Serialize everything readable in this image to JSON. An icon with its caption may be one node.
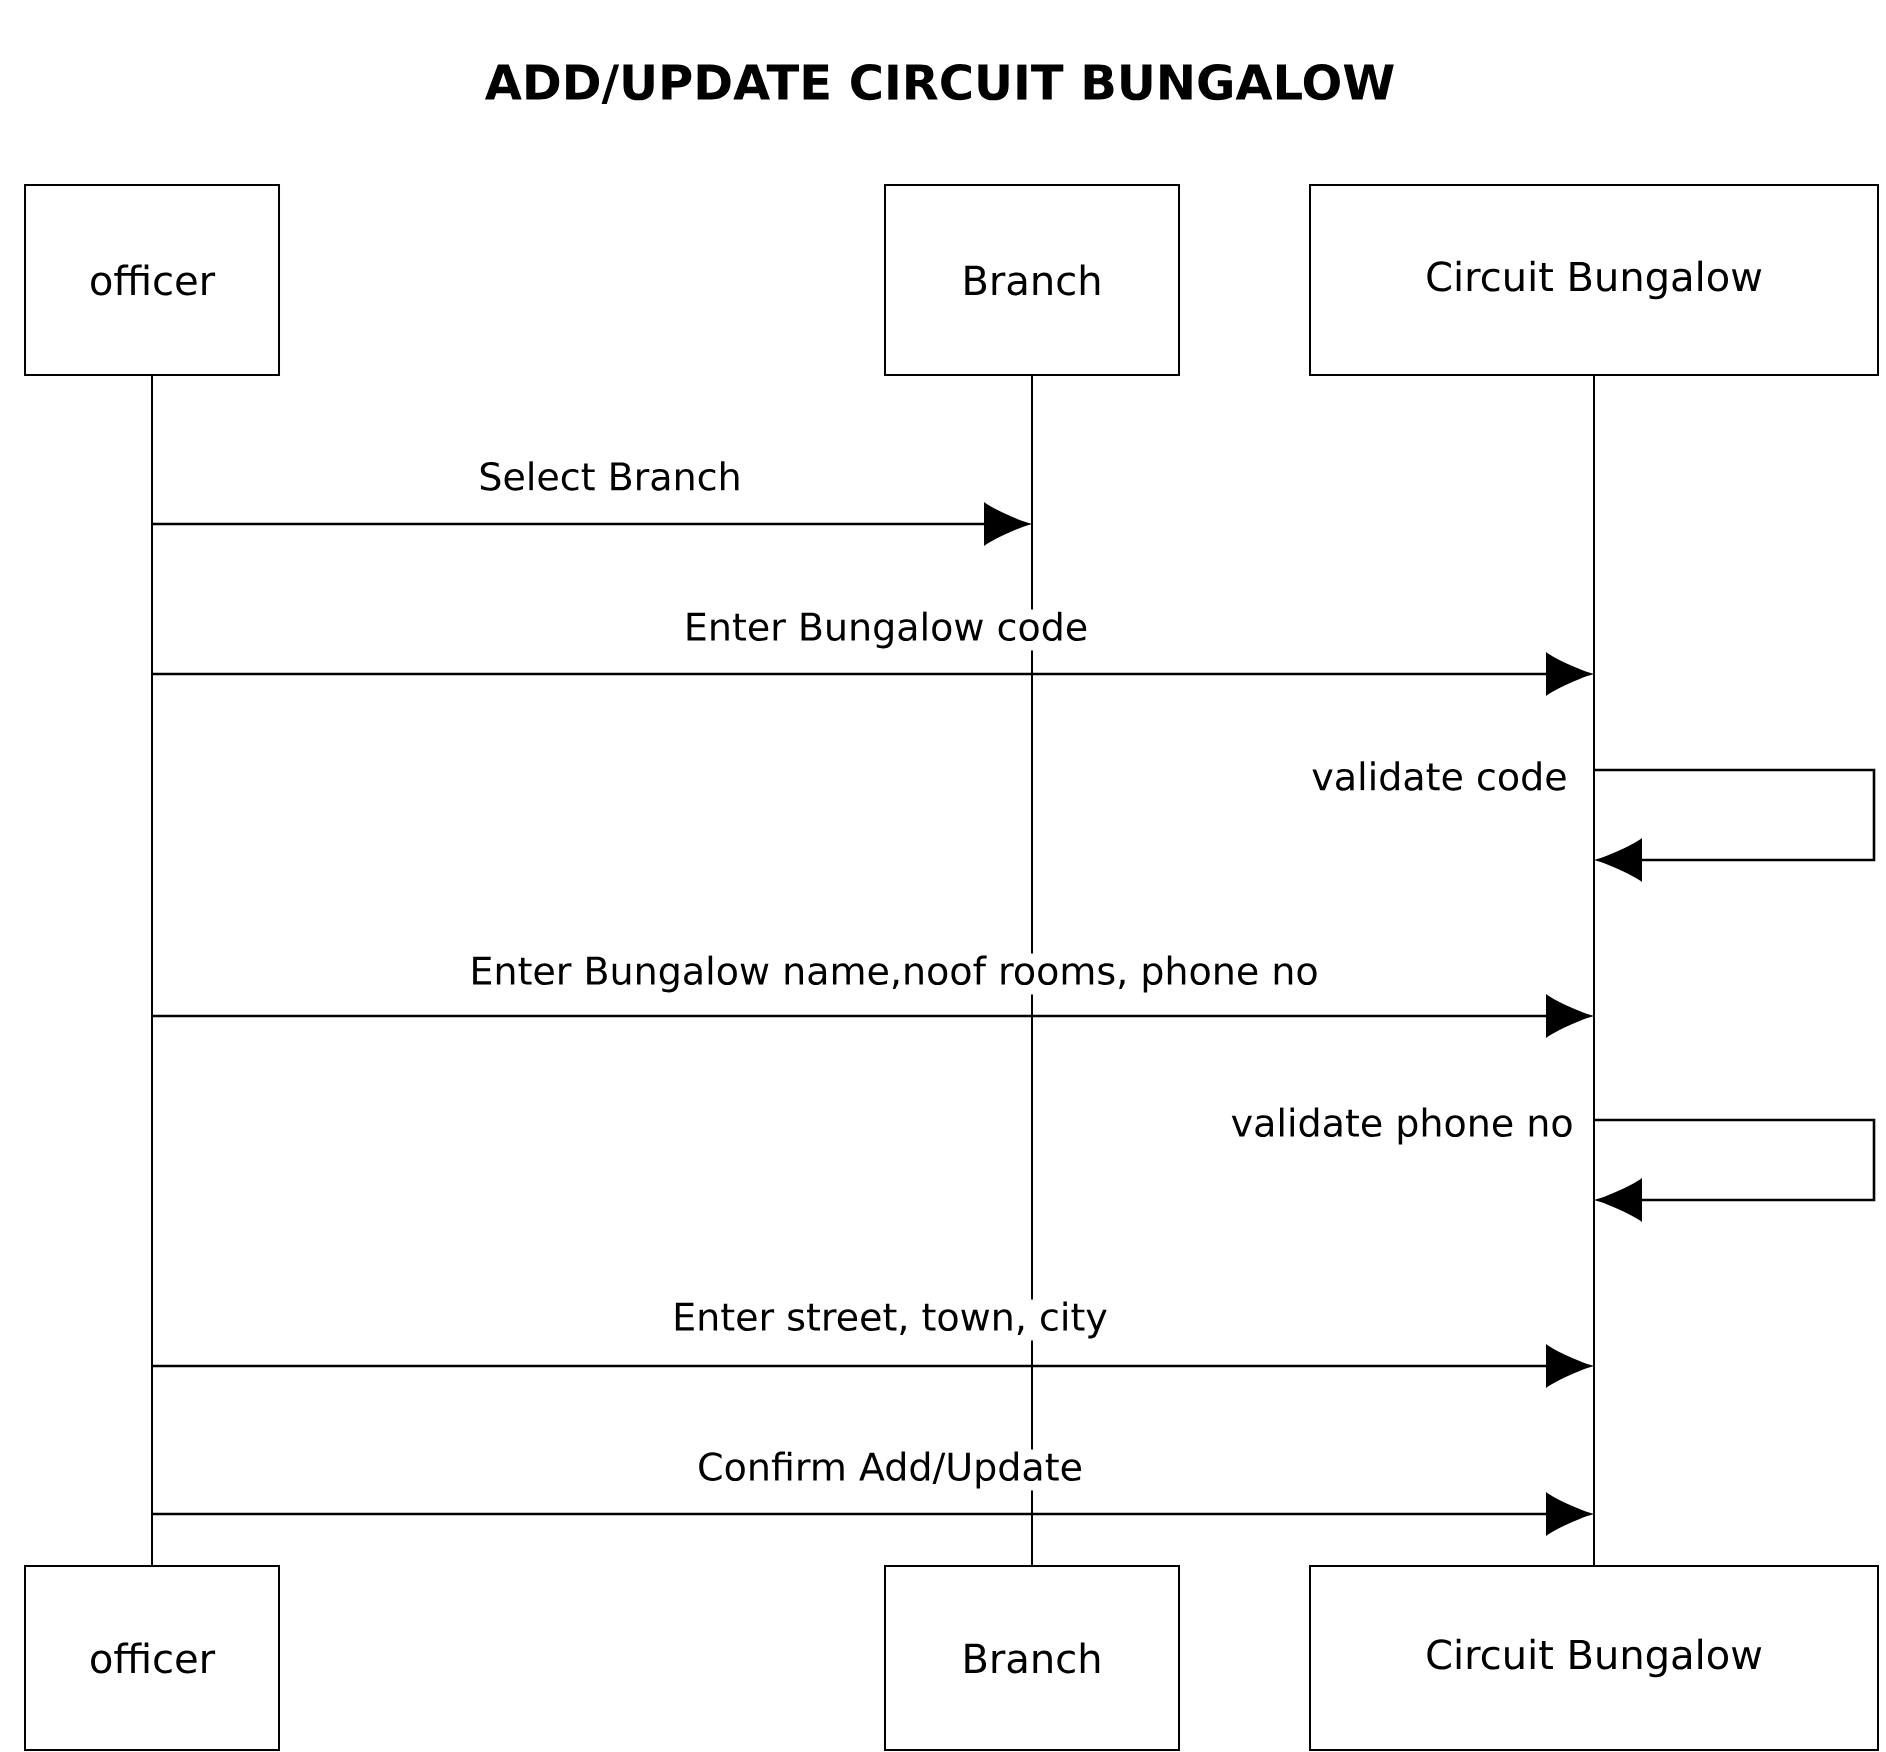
{
  "diagram": {
    "title": "ADD/UPDATE CIRCUIT BUNGALOW",
    "nodes": [
      {
        "text": [
          "officer"
        ]
      },
      {
        "text": [
          "Branch"
        ]
      },
      {
        "text": [
          "Circuit Bungalow"
        ]
      },
      {
        "text": [],
        "shape": "line"
      },
      {
        "text": [],
        "shape": "line"
      },
      {
        "text": [],
        "shape": "line"
      },
      {
        "text": [
          "officer"
        ]
      },
      {
        "text": [
          "Branch"
        ]
      },
      {
        "text": [
          "Circuit Bungalow"
        ]
      }
    ],
    "edges": [
      {
        "from": 3,
        "to": 4,
        "arrow": "to",
        "label": "Select Branch"
      },
      {
        "from": 3,
        "to": 5,
        "arrow": "to",
        "label": "Enter Bungalow code"
      },
      {
        "from": 5,
        "to": 5,
        "arrow": "to",
        "label": "validate code"
      },
      {
        "from": 3,
        "to": 5,
        "arrow": "to",
        "label": "Enter Bungalow name,noof rooms, phone no"
      },
      {
        "from": 5,
        "to": 5,
        "arrow": "to",
        "label": "validate phone no"
      },
      {
        "from": 3,
        "to": 5,
        "arrow": "to",
        "label": "Enter street, town, city"
      },
      {
        "from": 3,
        "to": 5,
        "arrow": "to",
        "label": "Confirm Add/Update"
      }
    ]
  }
}
